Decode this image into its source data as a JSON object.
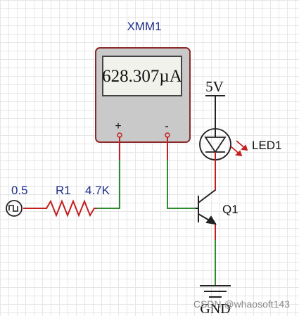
{
  "multimeter": {
    "name": "XMM1",
    "reading": "628.307µA",
    "plus_label": "+",
    "minus_label": "-"
  },
  "source": {
    "value": "0.5"
  },
  "resistor": {
    "name": "R1",
    "value": "4.7K"
  },
  "supply": {
    "label": "5V"
  },
  "led": {
    "name": "LED1"
  },
  "transistor": {
    "name": "Q1"
  },
  "ground": {
    "label": "GND"
  },
  "watermark": "CSDN @whaosoft143",
  "colors": {
    "wire_red": "#c41f1f",
    "wire_green": "#2e8b2e",
    "wire_black": "#222222",
    "label_blue": "#1f2f8a",
    "meter_body": "#c9c9c9",
    "meter_border": "#8b2a2a",
    "meter_screen": "#f2f2ec"
  }
}
